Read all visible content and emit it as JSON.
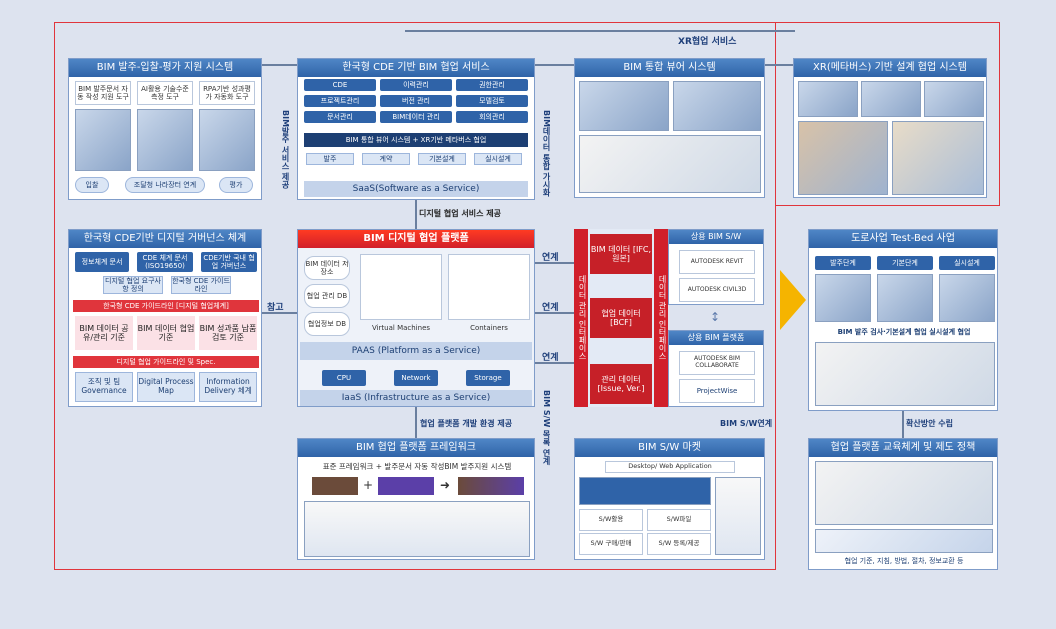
{
  "top_label": "XR협업 서비스",
  "bid_panel": {
    "title": "BIM 발주-입찰-평가 지원 시스템",
    "tools": [
      "BIM 발주문서 자동 작성 지원 도구",
      "AI활용 기술수준 측정 도구",
      "RPA기반 성과평가 자동화 도구"
    ],
    "flow": [
      "입찰",
      "조달청 나라장터 연계",
      "평가"
    ]
  },
  "cde_panel": {
    "title": "한국형 CDE 기반 BIM 협업 서비스",
    "cells": [
      "CDE",
      "이력관리",
      "권한관리",
      "프로젝트관리",
      "버전 관리",
      "모델검토",
      "문서관리",
      "BIM데이터 관리",
      "회의관리"
    ],
    "bar": "BIM 통합 뷰어 시스템 + XR기반 메타버스 협업",
    "stages": [
      "발주",
      "계약",
      "기본설계",
      "실시설계"
    ],
    "saas": "SaaS(Software as a Service)"
  },
  "viewer_panel": {
    "title": "BIM 통합 뷰어 시스템"
  },
  "xr_panel": {
    "title": "XR(메타버스) 기반 설계 협업 시스템"
  },
  "gov_panel": {
    "title": "한국형 CDE기반 디지털 거버넌스 체계",
    "top": [
      "정보체계 문서",
      "CDE 체계 문서 (ISO19650)",
      "CDE기반 국내 협업 거버넌스"
    ],
    "mid": [
      "디지털 협업 요구사항 정의",
      "한국형 CDE 가이드라인"
    ],
    "guide_title": "한국형 CDE 가이드라인 [디지털 협업체계]",
    "guide": [
      "BIM 데이터 공유/관리 기준",
      "BIM 데이터 협업 기준",
      "BIM 성과품 납품 검토 기준"
    ],
    "spec_title": "디지털 협업 가이드라인 및 Spec.",
    "spec": [
      "조직 및 팀 Governance",
      "Digital Process Map",
      "Information Delivery 체계"
    ]
  },
  "platform_panel": {
    "title": "BIM 디지털 협업 플랫폼",
    "dbs": [
      "BIM 데이터 저장소",
      "협업 관리 DB",
      "협업정보 DB"
    ],
    "vm_label": "Virtual Machines",
    "containers_label": "Containers",
    "paas": "PAAS (Platform as a Service)",
    "iaas_items": [
      "CPU",
      "Network",
      "Storage"
    ],
    "iaas": "IaaS (Infrastructure as a Service)"
  },
  "data_panel": {
    "red_left": "데이터 관리 인터페이스",
    "red_right": "데이터 관리 인터페이스",
    "items": [
      "BIM 데이터 [IFC, 원본]",
      "협업 데이터 [BCF]",
      "관리 데이터 [Issue, Ver.]"
    ]
  },
  "commercial_panel": {
    "title1": "상용 BIM S/W",
    "sw1": [
      "AUTODESK REVIT",
      "AUTODESK CIVIL3D"
    ],
    "title2": "상용 BIM 플랫폼",
    "sw2": [
      "AUTODESK BIM COLLABORATE",
      "ProjectWise"
    ]
  },
  "testbed_panel": {
    "title": "도로사업 Test-Bed 사업",
    "stages": [
      "발주단계",
      "기본단계",
      "실시설계"
    ],
    "caption": "BIM 발주 검사·기본설계 협업 실시설계 협업"
  },
  "policy_panel": {
    "title": "협업 플랫폼 교육체계 및 제도 정책",
    "footer": "협업 기준, 지침, 방법, 절차, 정보교환 등"
  },
  "framework_panel": {
    "title": "BIM 협업 플랫폼 프레임워크",
    "caption": "표준 프레임워크 + 발주문서 자동 작성BIM 발주지원 시스템"
  },
  "market_panel": {
    "title": "BIM S/W 마켓",
    "search": "Desktop/ Web Application",
    "rows": [
      "S/W활용",
      "S/W 구매/판매",
      "S/W파일",
      "S/W 등록/제공"
    ]
  },
  "connectors": {
    "v_left": "BIM발주 서비스 제공",
    "v_right": "BIM데이터 통합 가시화",
    "digital": "디지털 협업 서비스 제공",
    "ref": "참고",
    "link": "연계",
    "env": "협업 플랫폼 개발 환경 제공",
    "sw_link": "BIM S/W연계",
    "v_sw": "BIM S/W 목록 연계",
    "plan": "확산방안 수립"
  },
  "colors": {
    "accent": "#2f63a8",
    "red": "#d11f2a",
    "frame": "#e0353c",
    "arrow": "#f5b400"
  }
}
